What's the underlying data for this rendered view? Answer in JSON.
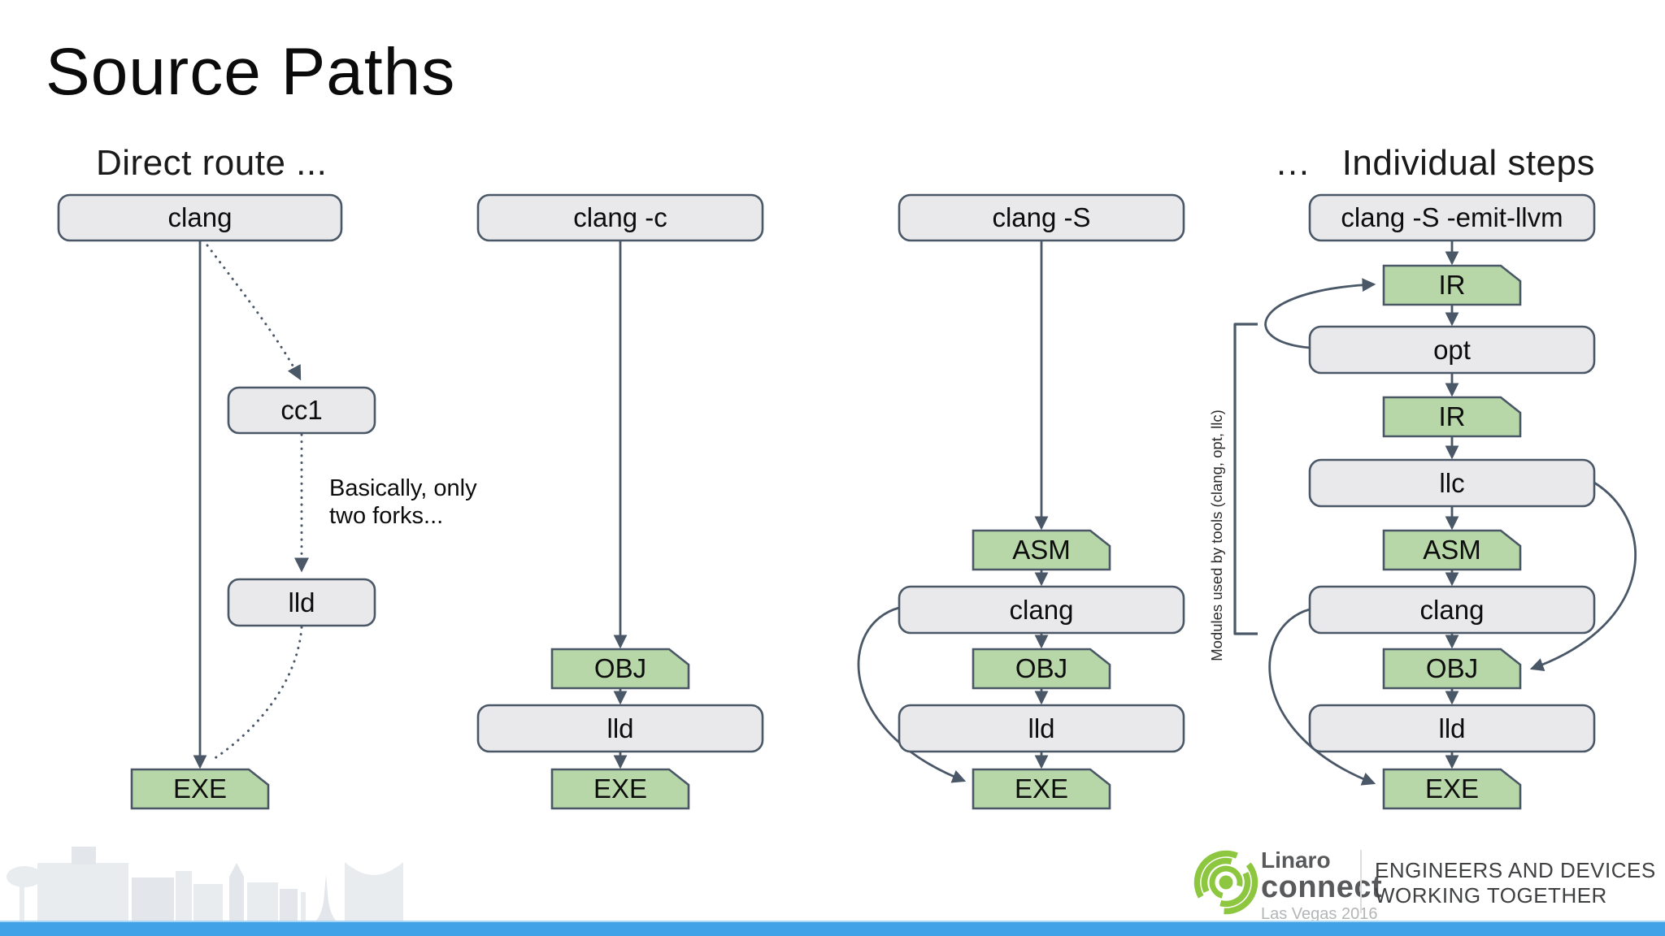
{
  "slide": {
    "title": "Source Paths",
    "headers": {
      "left": "Direct route ...",
      "right": "…   Individual steps"
    },
    "note": "Basically, only two forks...",
    "bracket_label": "Modules used by tools (clang, opt, llc)",
    "columns": {
      "col1": {
        "cmd": "clang",
        "cc1": "cc1",
        "lld": "lld",
        "exe": "EXE"
      },
      "col2": {
        "cmd": "clang -c",
        "obj": "OBJ",
        "lld": "lld",
        "exe": "EXE"
      },
      "col3": {
        "cmd": "clang -S",
        "asm": "ASM",
        "clang": "clang",
        "obj": "OBJ",
        "lld": "lld",
        "exe": "EXE"
      },
      "col4": {
        "cmd": "clang -S -emit-llvm",
        "ir1": "IR",
        "opt": "opt",
        "ir2": "IR",
        "llc": "llc",
        "asm": "ASM",
        "clang": "clang",
        "obj": "OBJ",
        "lld": "lld",
        "exe": "EXE"
      }
    },
    "footer": {
      "brand_line1": "Linaro",
      "brand_line2": "connect",
      "brand_line3": "Las Vegas 2016",
      "tagline_line1": "ENGINEERS AND DEVICES",
      "tagline_line2": "WORKING TOGETHER"
    },
    "colors": {
      "node_green": "#b7d7a8",
      "node_grey": "#e9e9eb",
      "stroke": "#4a5767",
      "accent_bar_blue": "#41a2e8",
      "logo_green": "#8dc63f"
    }
  }
}
